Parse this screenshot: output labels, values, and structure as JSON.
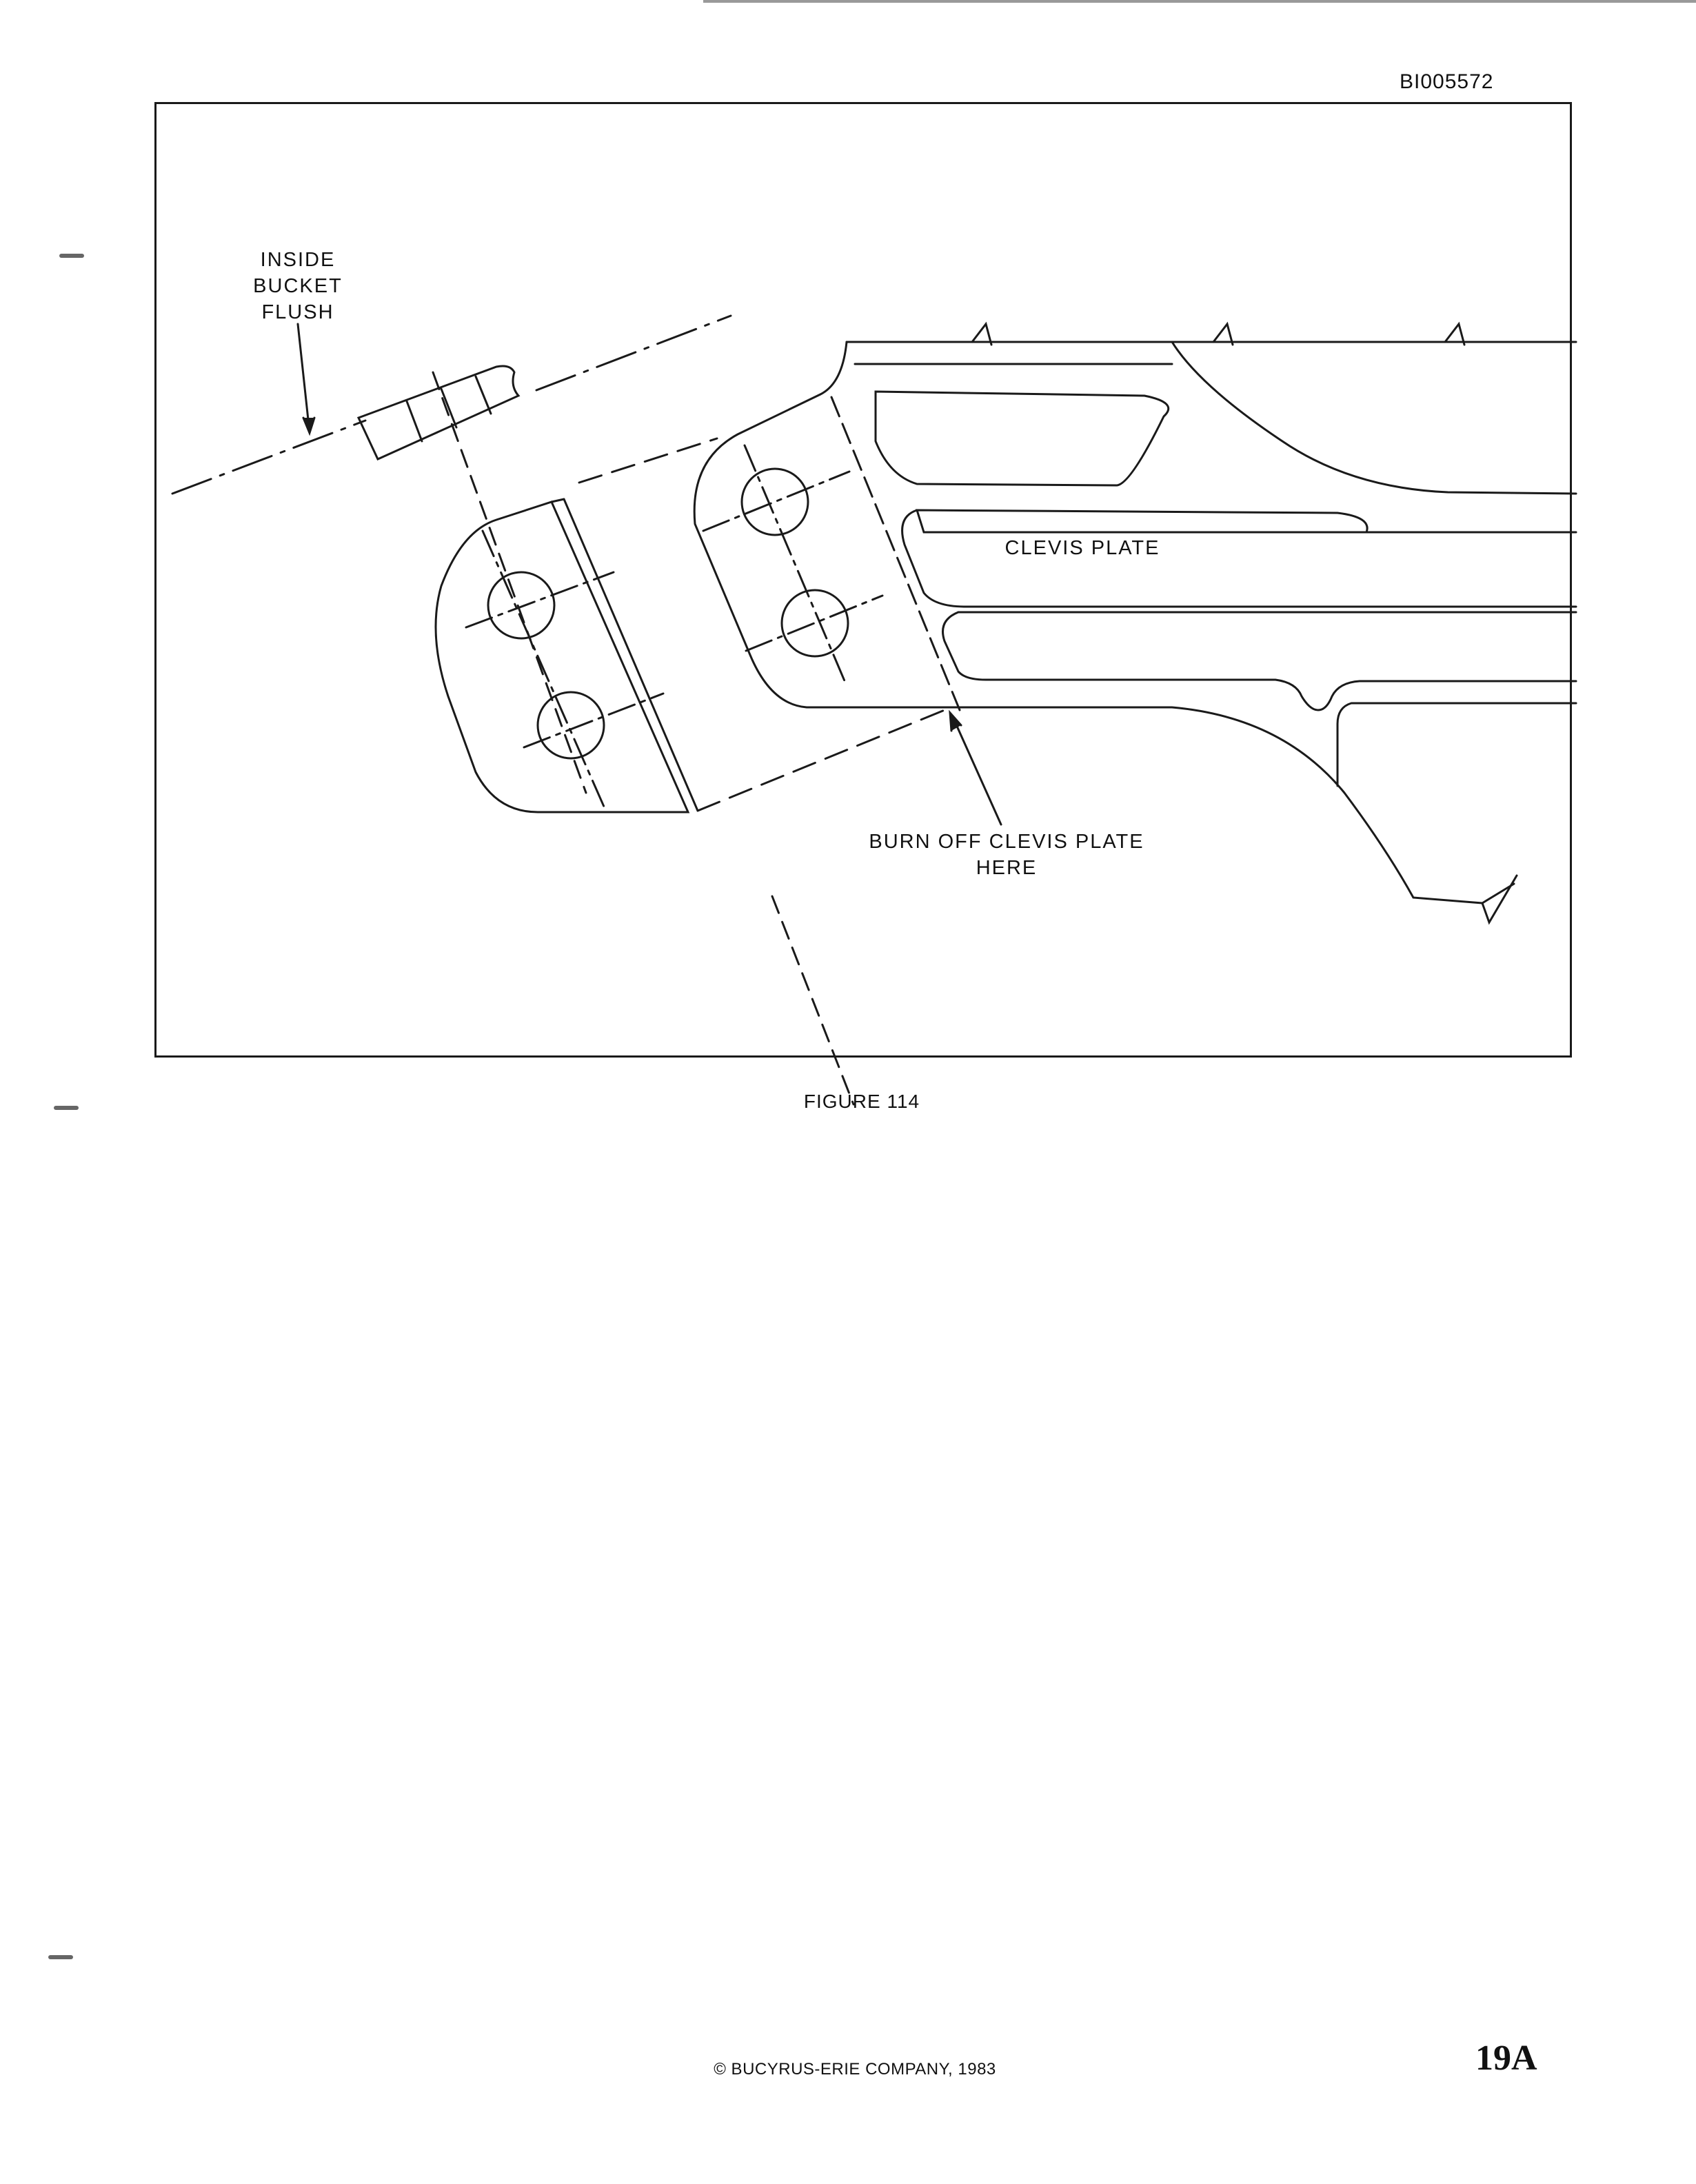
{
  "document": {
    "id": "BI005572",
    "figure_caption": "FIGURE 114",
    "copyright": "© BUCYRUS-ERIE COMPANY, 1983",
    "page_number": "19A"
  },
  "diagram": {
    "labels": {
      "inside_bucket_flush": [
        "INSIDE",
        "BUCKET",
        "FLUSH"
      ],
      "clevis_plate": "CLEVIS PLATE",
      "burn_off": [
        "BURN OFF CLEVIS PLATE",
        "HERE"
      ]
    },
    "line_color": "#1a1a1a"
  }
}
